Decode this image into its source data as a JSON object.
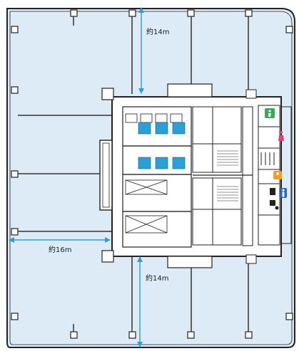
{
  "dimensions": {
    "top_depth": "約14m",
    "bottom_depth": "約14m",
    "side_width": "約16m"
  },
  "colors": {
    "office_fill": "#dcebf6",
    "wall": "#222222",
    "elevator_blue": "#2a9fd8",
    "dimension_line": "#2a9fd8",
    "restroom_male": "#2a66c8",
    "restroom_female": "#e0407a",
    "accessible": "#3aa85a",
    "baby_room": "#f0a020"
  },
  "icons": [
    "male-restroom-icon",
    "female-restroom-icon",
    "accessible-restroom-icon",
    "baby-care-icon"
  ]
}
